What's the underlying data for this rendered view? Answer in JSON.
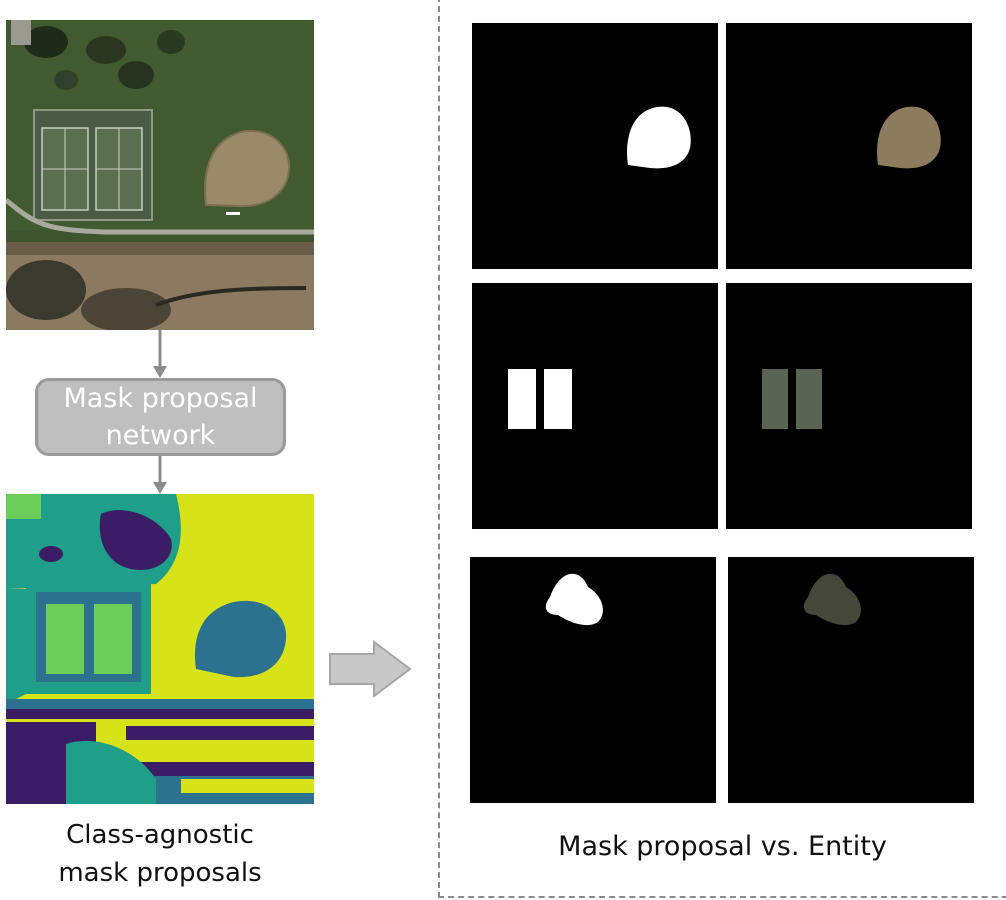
{
  "network_label": "Mask proposal network",
  "left_caption": "Class-agnostic mask proposals",
  "right_caption": "Mask proposal vs. Entity",
  "colors": {
    "arrow": "#8c8c8c",
    "box_fill": "#bfbfbf",
    "box_border": "#9a9a9a",
    "dashed_border": "#8a8a8a",
    "viridis_yellow": "#d8e219",
    "viridis_purple": "#3b1d66",
    "viridis_teal": "#1f9e89",
    "viridis_green": "#6cce59",
    "viridis_blue": "#2c728e"
  }
}
